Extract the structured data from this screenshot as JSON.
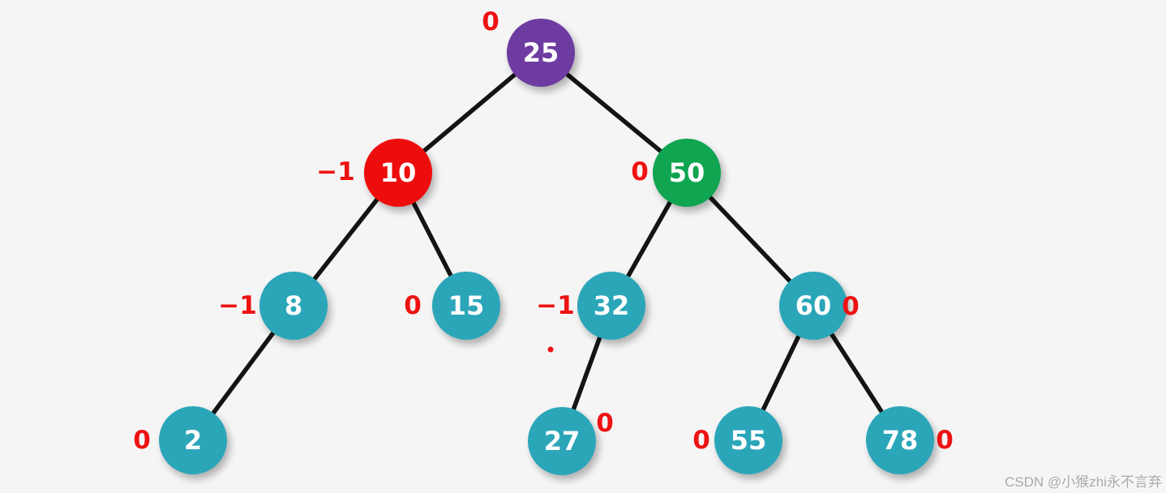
{
  "diagram_type": "binary-search-tree-with-balance-factors",
  "nodes": [
    {
      "value": "25",
      "balance": "0",
      "color": "purple"
    },
    {
      "value": "10",
      "balance": "−1",
      "color": "red"
    },
    {
      "value": "50",
      "balance": "0",
      "color": "green"
    },
    {
      "value": "8",
      "balance": "−1",
      "color": "teal"
    },
    {
      "value": "15",
      "balance": "0",
      "color": "teal"
    },
    {
      "value": "32",
      "balance": "−1",
      "color": "teal"
    },
    {
      "value": "60",
      "balance": "0",
      "color": "teal"
    },
    {
      "value": "2",
      "balance": "0",
      "color": "teal"
    },
    {
      "value": "27",
      "balance": "0",
      "color": "teal"
    },
    {
      "value": "55",
      "balance": "0",
      "color": "teal"
    },
    {
      "value": "78",
      "balance": "0",
      "color": "teal"
    }
  ],
  "edges": [
    [
      "25",
      "10"
    ],
    [
      "25",
      "50"
    ],
    [
      "10",
      "8"
    ],
    [
      "10",
      "15"
    ],
    [
      "50",
      "32"
    ],
    [
      "50",
      "60"
    ],
    [
      "8",
      "2"
    ],
    [
      "32",
      "27"
    ],
    [
      "60",
      "55"
    ],
    [
      "60",
      "78"
    ]
  ],
  "colors": {
    "purple": "#6e3ba1",
    "red": "#ee0d0d",
    "green": "#0fa551",
    "teal": "#2ba6b9",
    "label_red": "#ee1212",
    "edge": "#141414",
    "background": "#f5f5f6"
  },
  "watermark": {
    "text": "CSDN @小猴zhi永不言弃"
  }
}
